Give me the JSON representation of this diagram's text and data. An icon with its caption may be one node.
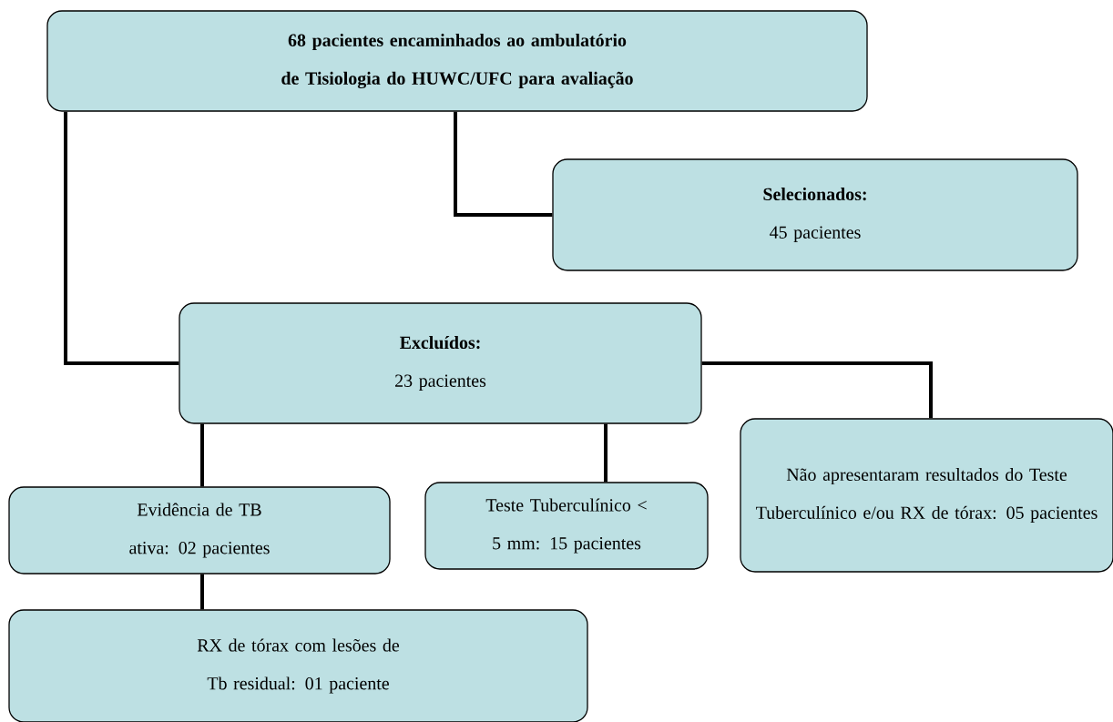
{
  "diagram": {
    "nodes": [
      {
        "text": [
          "68 pacientes encaminhados ao ambulatório de Tisiologia do HUWC/UFC para avaliação"
        ]
      },
      {
        "text": [
          "Selecionados:",
          "45 pacientes"
        ]
      },
      {
        "text": [
          "Excluídos:",
          "23 pacientes"
        ]
      },
      {
        "text": [
          "Evidência de TB ativa: 02 pacientes"
        ]
      },
      {
        "text": [
          "Teste Tuberculínico < 5 mm: 15 pacientes"
        ]
      },
      {
        "text": [
          "Não apresentaram resultados do Teste Tuberculínico e/ou RX de tórax: 05 pacientes"
        ]
      },
      {
        "text": [
          "RX de tórax com lesões de Tb residual: 01 paciente"
        ]
      }
    ],
    "edges": [
      {
        "from": 0,
        "to": 1,
        "arrow": "none"
      },
      {
        "from": 0,
        "to": 2,
        "arrow": "none"
      },
      {
        "from": 2,
        "to": 3,
        "arrow": "none"
      },
      {
        "from": 2,
        "to": 4,
        "arrow": "none"
      },
      {
        "from": 2,
        "to": 5,
        "arrow": "none"
      },
      {
        "from": 3,
        "to": 6,
        "arrow": "none"
      }
    ]
  }
}
